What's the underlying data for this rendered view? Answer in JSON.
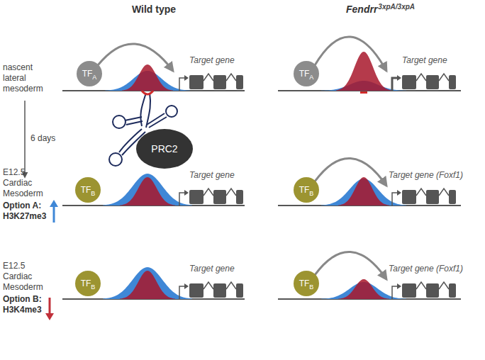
{
  "diagram": {
    "nodes": [
      {
        "text": [
          "TF",
          "A"
        ]
      },
      {
        "text": [
          "TF",
          "A"
        ]
      },
      {
        "text": [
          "PRC2"
        ]
      },
      {
        "text": [
          "TF",
          "B"
        ]
      },
      {
        "text": [
          "TF",
          "B"
        ]
      },
      {
        "text": [
          "TF",
          "B"
        ]
      },
      {
        "text": [
          "TF",
          "B"
        ]
      }
    ],
    "labels": [
      "Wild type",
      "Fendrr",
      "3xpA/3xpA",
      "Target gene",
      "Target gene",
      "nascent lateral mesoderm",
      "6 days",
      "E12.5 Cardiac Mesoderm",
      "Option A:",
      "H3K27me3",
      "Target gene",
      "Target gene (Foxf1)",
      "E12.5 Cardiac Mesoderm",
      "Option B:",
      "H3K4me3",
      "Target gene",
      "Target gene (Foxf1)"
    ]
  }
}
